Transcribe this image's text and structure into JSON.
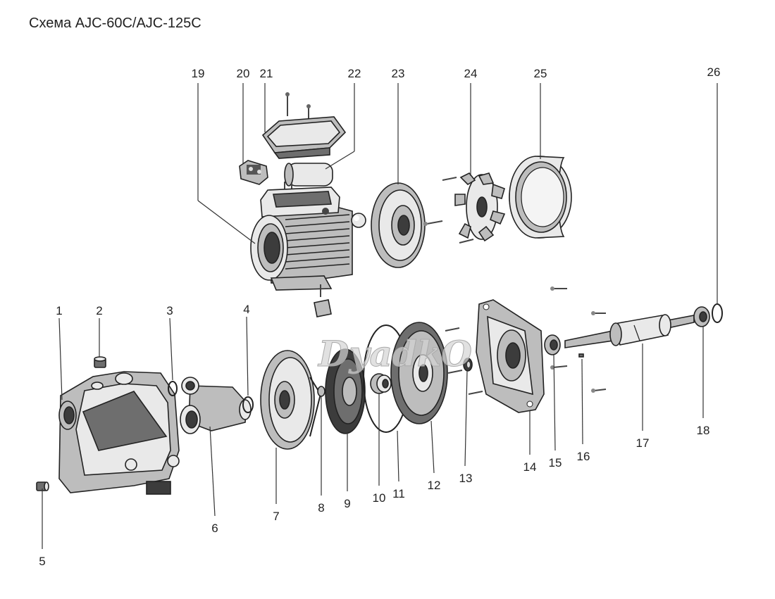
{
  "title": "Схема AJC-60C/AJC-125C",
  "watermark": "DyadkO",
  "callouts": [
    "1",
    "2",
    "3",
    "4",
    "5",
    "6",
    "7",
    "8",
    "9",
    "10",
    "11",
    "12",
    "13",
    "14",
    "15",
    "16",
    "17",
    "18",
    "19",
    "20",
    "21",
    "22",
    "23",
    "24",
    "25",
    "26"
  ]
}
